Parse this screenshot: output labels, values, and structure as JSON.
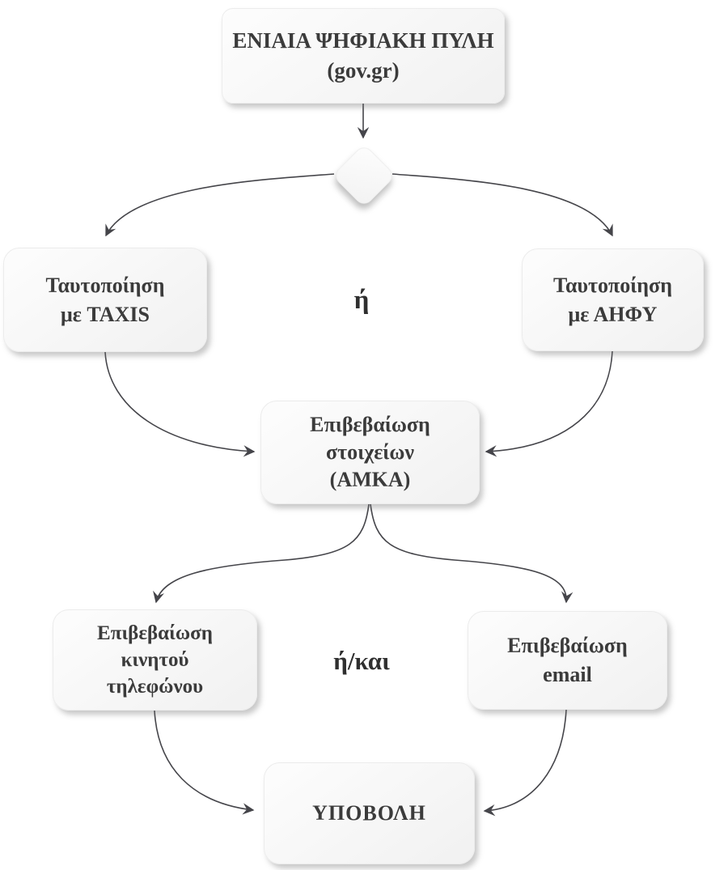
{
  "colors": {
    "background": "#ffffff",
    "box_fill": "#f2f2f2",
    "box_highlight": "#fdfdfd",
    "text": "#3b3b3b",
    "arrow": "#45454a"
  },
  "nodes": {
    "portal": {
      "lines": [
        "ΕΝΙΑΙΑ ΨΗΦΙΑΚΗ ΠΥΛΗ",
        "(gov.gr)"
      ]
    },
    "taxis": {
      "lines": [
        "Ταυτοποίηση",
        "με TAXIS"
      ]
    },
    "ahfy": {
      "lines": [
        "Ταυτοποίηση",
        "με ΑΗΦΥ"
      ]
    },
    "amka": {
      "lines": [
        "Επιβεβαίωση",
        "στοιχείων",
        "(ΑΜΚΑ)"
      ]
    },
    "mobile": {
      "lines": [
        "Επιβεβαίωση",
        "κινητού",
        "τηλεφώνου"
      ]
    },
    "email": {
      "lines": [
        "Επιβεβαίωση",
        "email"
      ]
    },
    "submit": {
      "lines": [
        "ΥΠΟΒΟΛΗ"
      ]
    }
  },
  "labels": {
    "or": "ή",
    "and_or": "ή/και"
  }
}
